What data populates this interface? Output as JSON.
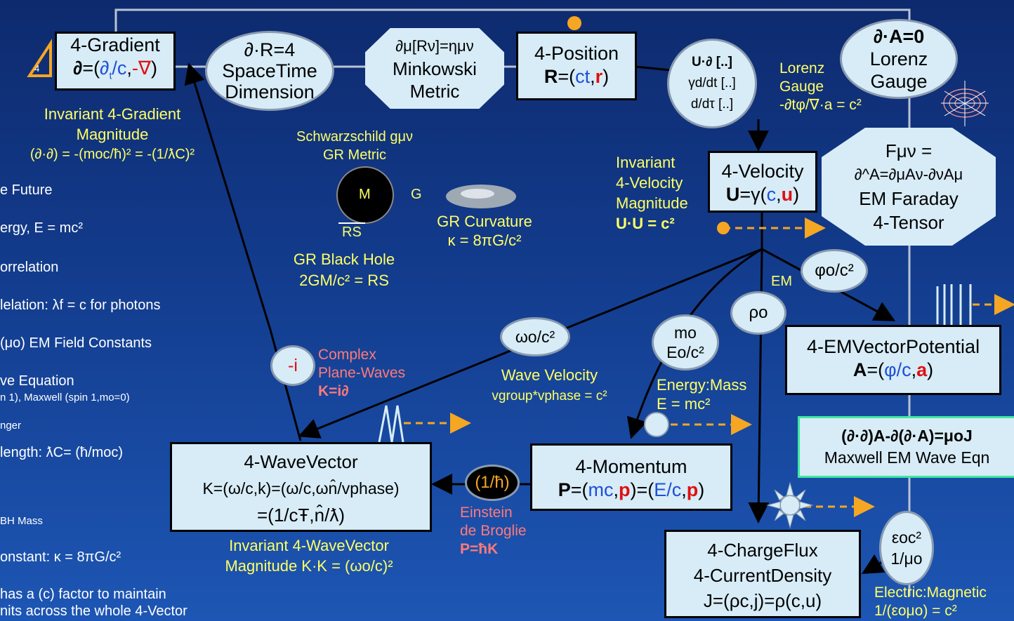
{
  "colors": {
    "background": "#123a8a",
    "node_fill": "#d7ecf7",
    "label_yellow": "#ffff66",
    "label_pink": "#ff7a7a",
    "arrow_orange": "#f5a623",
    "equation_border": "#3ee8a0"
  },
  "nodes": {
    "gradient": {
      "title": "4-Gradient",
      "formula": "∂=(∂t/c,-∇)"
    },
    "position": {
      "title": "4-Position",
      "formula": "R=(ct,r)"
    },
    "velocity": {
      "title": "4-Velocity",
      "formula": "U=γ(c,u)"
    },
    "faraday": {
      "line1": "Fμν =",
      "line2": "∂^A=∂μAν-∂νAμ",
      "line3": "EM Faraday",
      "line4": "4-Tensor"
    },
    "emvector": {
      "title": "4-EMVectorPotential",
      "formula": "A=(φ/c,a)"
    },
    "maxwell": {
      "line1": "(∂·∂)A-∂(∂·A)=μoJ",
      "line2": "Maxwell EM Wave Eqn"
    },
    "wavevector": {
      "title": "4-WaveVector",
      "line2": "K=(ω/c,k)=(ω/c,ωn̂/vphase)",
      "line3": "=(1/cŦ,n̂/ƛ)"
    },
    "momentum": {
      "title": "4-Momentum",
      "formula": "P=(mc,p)=(E/c,p)"
    },
    "chargeflux": {
      "line1": "4-ChargeFlux",
      "line2": "4-CurrentDensity",
      "line3": "J=(ρc,j)=ρ(c,u)"
    }
  },
  "ovals": {
    "spacetime": [
      "∂·R=4",
      "SpaceTime",
      "Dimension"
    ],
    "minkowski": [
      "∂μ[Rν]=ημν",
      "Minkowski",
      "Metric"
    ],
    "operators": [
      "U·∂ [..]",
      "γd/dt [..]",
      "d/dτ [..]"
    ],
    "lorenz": [
      "∂·A=0",
      "Lorenz",
      "Gauge"
    ],
    "phi": "φo/c²",
    "rho": "ρo",
    "mass": [
      "mo",
      "Eo/c²"
    ],
    "omega": "ωo/c²",
    "minus_i": "-i",
    "hbar": "(1/ħ)",
    "eps": [
      "εoc²",
      "1/μo"
    ]
  },
  "labels": {
    "grad_mag": [
      "Invariant 4-Gradient",
      "Magnitude",
      "(∂·∂) = -(moc/ħ)² = -(1/ƛC)²"
    ],
    "triangle": "4",
    "schwarz": [
      "Schwarzschild gμν",
      "GR Metric"
    ],
    "bh_m": "M",
    "bh_g": "G",
    "bh_rs": "RS",
    "gr_curv": [
      "GR Curvature",
      "κ = 8πG/c²"
    ],
    "gr_bh": [
      "GR Black Hole",
      "2GM/c² = RS"
    ],
    "lorenz_gauge": [
      "Lorenz",
      "Gauge",
      "-∂tφ/∇·a = c²"
    ],
    "inv_vel": [
      "Invariant",
      "4-Velocity",
      "Magnitude",
      "U·U = c²"
    ],
    "em": "EM",
    "complex": [
      "Complex",
      "Plane-Waves",
      "K=i∂"
    ],
    "wave_vel": [
      "Wave Velocity",
      "vgroup*vphase = c²"
    ],
    "energy_mass": [
      "Energy:Mass",
      "E = mc²"
    ],
    "einstein": [
      "Einstein",
      "de Broglie",
      "P=ħK"
    ],
    "inv_wave": [
      "Invariant 4-WaveVector",
      "Magnitude K·K = (ωo/c)²"
    ],
    "elec_mag": [
      "Electric:Magnetic",
      "1/(εoμo) = c²"
    ]
  },
  "left_notes": [
    "e Future",
    "ergy, E = mc²",
    "orrelation",
    "lelation: λf = c for photons",
    "(μo) EM Field Constants",
    "ve Equation",
    "n 1), Maxwell (spin 1,mo=0)",
    "nger",
    "length: ƛC= (ħ/moc)",
    "BH Mass",
    "onstant: κ = 8πG/c²",
    "has a (c) factor to maintain",
    "nits across the whole 4-Vector"
  ]
}
